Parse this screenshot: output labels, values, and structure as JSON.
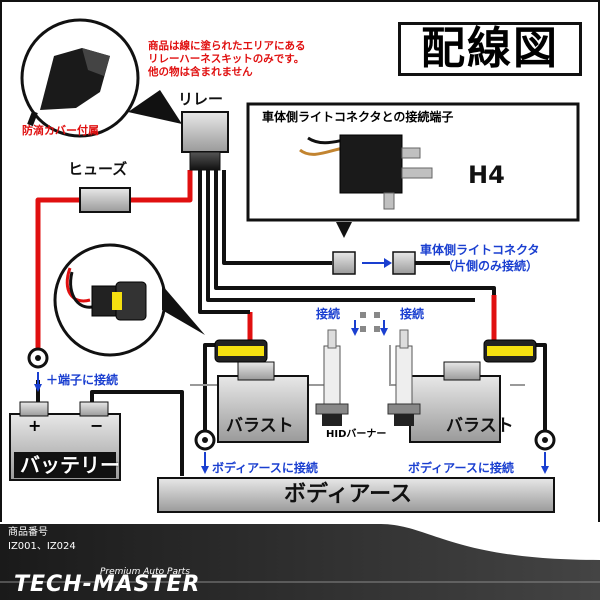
{
  "title": "配線図",
  "note_lines": [
    "商品は線に塗られたエリアにある",
    "リレーハーネスキットのみです。",
    "他の物は含まれません"
  ],
  "labels": {
    "waterproof_cover": "防滴カバー付属",
    "relay": "リレー",
    "fuse": "ヒューズ",
    "connector_box_title": "車体側ライトコネクタとの接続端子",
    "h4": "H4",
    "vehicle_connector_line1": "車体側ライトコネクタ",
    "vehicle_connector_line2": "（片側のみ接続）",
    "connect_left": "接続",
    "connect_right": "接続",
    "plus_terminal": "＋端子に接続",
    "ballast_left": "バラスト",
    "ballast_right": "バラスト",
    "hid_burner": "HIDバーナー",
    "battery": "バッテリー",
    "battery_plus": "+",
    "battery_minus": "−",
    "body_earth_connect_left": "ボディアースに接続",
    "body_earth_connect_right": "ボディアースに接続",
    "body_earth": "ボディアース"
  },
  "footer": {
    "product_no_label": "商品番号",
    "product_no": "IZ001、IZ024",
    "tagline": "Premium Auto Parts",
    "brand": "TECH-MASTER"
  },
  "colors": {
    "red_wire": "#e01010",
    "black_wire": "#111111",
    "accent_blue": "#1a3fd0",
    "connector_yellow": "#f5e010",
    "footer_bg": "#2a2a2a"
  }
}
